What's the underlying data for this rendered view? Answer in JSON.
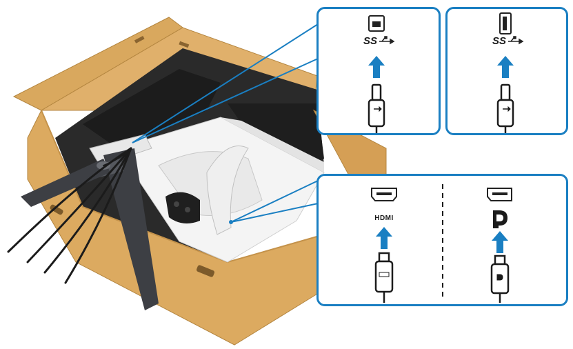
{
  "colors": {
    "accent": "#1a7fc2",
    "cardboard": "#d8a55c",
    "cardboard_dark": "#b98940",
    "box_interior": "#222222",
    "monitor": "#eeeeee",
    "stand": "#3d3f44"
  },
  "panels": [
    {
      "name": "usb-b-panel",
      "port": "usb-3-type-b",
      "port_icon": "usb-b-port-icon",
      "arrow_icon": "up-arrow-icon",
      "plug_icon": "usb-plug-icon",
      "logo_icon": "ss-usb-logo-icon",
      "logo_text": "SS"
    },
    {
      "name": "usb-a-panel",
      "port": "usb-3-type-a",
      "port_icon": "usb-a-port-icon",
      "arrow_icon": "up-arrow-icon",
      "plug_icon": "usb-plug-icon",
      "logo_icon": "ss-usb-logo-icon",
      "logo_text": "SS"
    },
    {
      "name": "video-panel",
      "sections": [
        {
          "port": "hdmi",
          "port_icon": "hdmi-port-icon",
          "logo_icon": "hdmi-logo-icon",
          "logo_text": "HDMI",
          "plug_icon": "hdmi-plug-icon"
        },
        {
          "port": "displayport",
          "port_icon": "displayport-port-icon",
          "logo_icon": "displayport-logo-icon",
          "logo_text": "",
          "plug_icon": "displayport-plug-icon"
        }
      ]
    }
  ]
}
